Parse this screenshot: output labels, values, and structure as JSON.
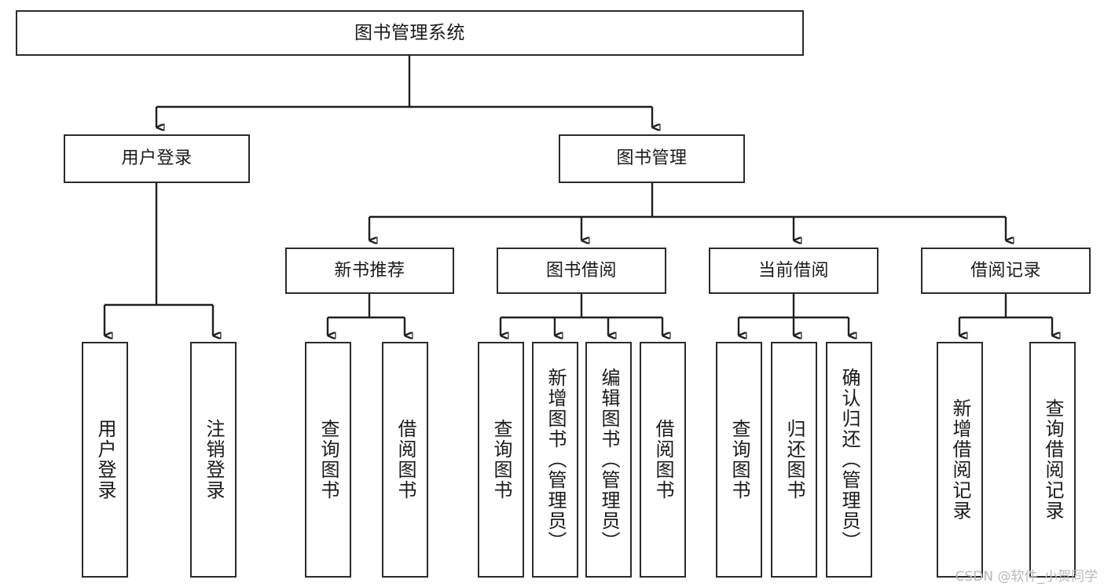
{
  "diagram": {
    "title": "图书管理系统",
    "watermark": "CSDN @软件_小贺同学",
    "colors": {
      "stroke": "#1f1f1f",
      "box_border": "#2b2b2b",
      "background": "#ffffff",
      "text": "#1a1a1a",
      "watermark": "#b9b9b9"
    },
    "root": {
      "label": "图书管理系统"
    },
    "level2": [
      {
        "label": "用户登录"
      },
      {
        "label": "图书管理"
      }
    ],
    "level3": [
      {
        "label": "新书推荐"
      },
      {
        "label": "图书借阅"
      },
      {
        "label": "当前借阅"
      },
      {
        "label": "借阅记录"
      }
    ],
    "leaves": {
      "user_login": [
        {
          "label": "用户登录"
        },
        {
          "label": "注销登录"
        }
      ],
      "new_book_recommend": [
        {
          "label": "查询图书"
        },
        {
          "label": "借阅图书"
        }
      ],
      "book_borrow": [
        {
          "label": "查询图书"
        },
        {
          "label": "新增图书（管理员）"
        },
        {
          "label": "编辑图书（管理员）"
        },
        {
          "label": "借阅图书"
        }
      ],
      "current_borrow": [
        {
          "label": "查询图书"
        },
        {
          "label": "归还图书"
        },
        {
          "label": "确认归还（管理员）"
        }
      ],
      "borrow_record": [
        {
          "label": "新增借阅记录"
        },
        {
          "label": "查询借阅记录"
        }
      ]
    }
  }
}
